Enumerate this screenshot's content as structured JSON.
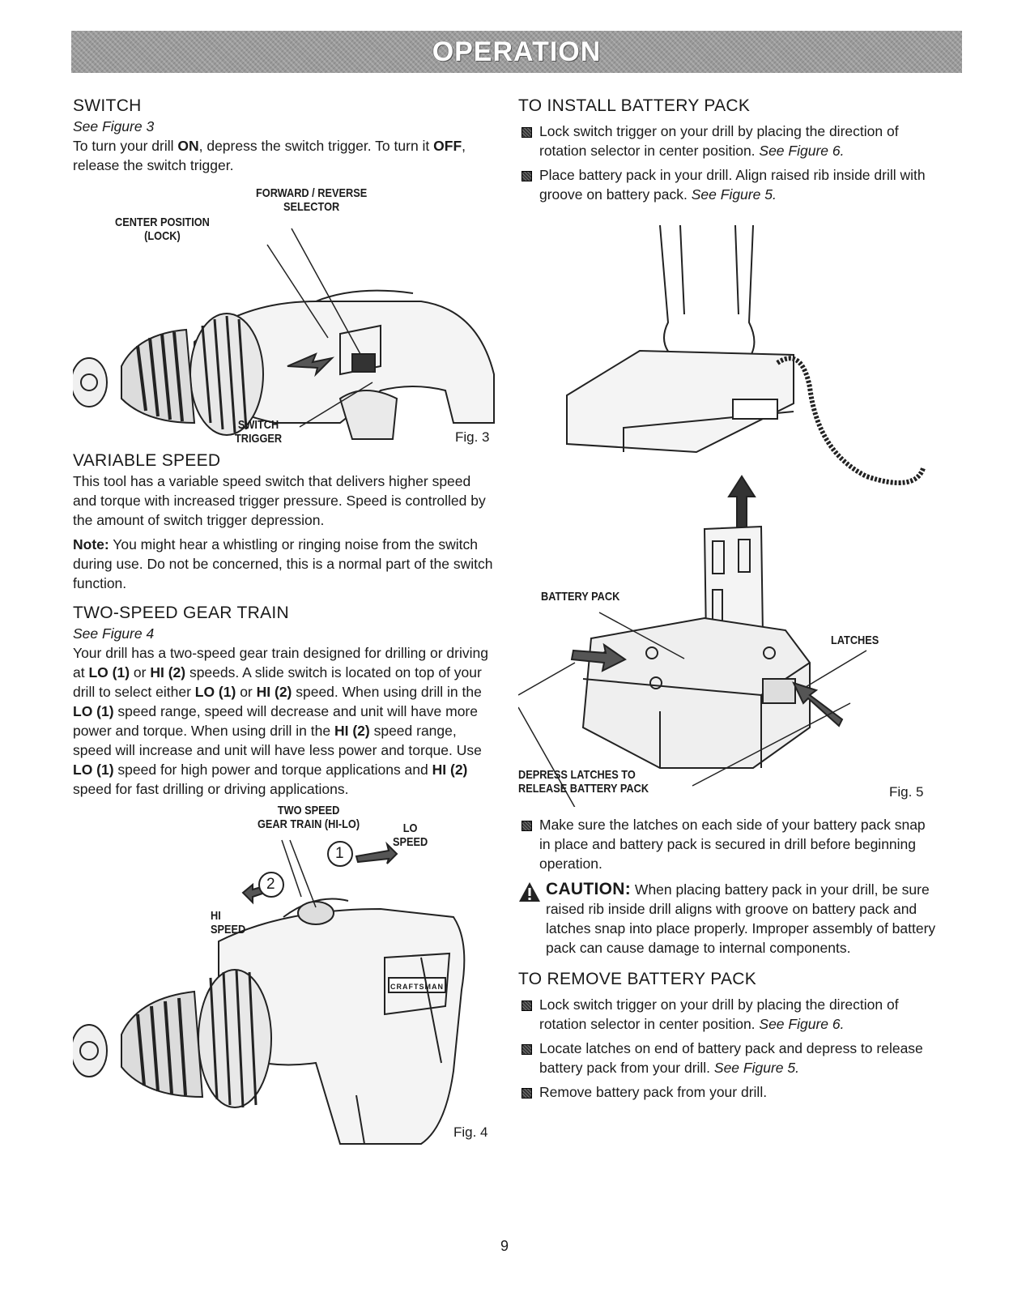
{
  "header": {
    "title": "OPERATION"
  },
  "switch": {
    "heading": "SWITCH",
    "see": "See Figure 3",
    "t1": "To turn your drill ",
    "b1": "ON",
    "t2": ", depress the switch trigger. To turn it ",
    "b2": "OFF",
    "t3": ", release the switch trigger."
  },
  "fig3": {
    "label_selector_1": "FORWARD / REVERSE",
    "label_selector_2": "SELECTOR",
    "label_center_1": "CENTER POSITION",
    "label_center_2": "(LOCK)",
    "label_trigger_1": "SWITCH",
    "label_trigger_2": "TRIGGER",
    "number": "Fig. 3"
  },
  "variable": {
    "heading": "VARIABLE SPEED",
    "p1": "This tool has a variable speed switch that delivers higher speed and torque with increased trigger pressure. Speed is controlled by the amount of switch trigger depression.",
    "note_label": "Note:",
    "note_text": " You might hear a whistling or ringing noise from the switch during use. Do not be concerned, this is a normal part of the switch function."
  },
  "gear": {
    "heading": "TWO-SPEED GEAR TRAIN",
    "see": "See Figure 4",
    "s1": "Your drill has a two-speed gear train designed for drilling or driving at ",
    "lo1": "LO (1)",
    "s2": " or ",
    "hi1": "HI (2)",
    "s3": " speeds. A slide switch is located on top of your drill to select either ",
    "lo2": "LO (1)",
    "s4": " or ",
    "hi2": "HI (2)",
    "s5": " speed. When using drill in the ",
    "lo3": "LO (1)",
    "s6": " speed range, speed will decrease and unit will have more power and torque. When using drill in the ",
    "hi3": "HI (2)",
    "s7": " speed range, speed will increase and unit will have less power and torque. Use ",
    "lo4": "LO (1)",
    "s8": " speed for high power and torque applications and ",
    "hi4": "HI (2)",
    "s9": " speed for fast drilling or driving applications."
  },
  "fig4": {
    "label_gear_1": "TWO SPEED",
    "label_gear_2": "GEAR TRAIN (HI-LO)",
    "label_lo_1": "LO",
    "label_lo_2": "SPEED",
    "label_hi_1": "HI",
    "label_hi_2": "SPEED",
    "circle_1": "1",
    "circle_2": "2",
    "brand": "CRAFTSMAN",
    "number": "Fig. 4"
  },
  "install": {
    "heading": "TO INSTALL BATTERY PACK",
    "b1_text": "Lock switch trigger on your drill by placing the direction of rotation selector in center position. ",
    "b1_see": "See Figure 6.",
    "b2_text": "Place battery pack in your drill. Align raised rib inside drill with groove on battery pack. ",
    "b2_see": "See Figure 5."
  },
  "fig5": {
    "label_battery": "BATTERY PACK",
    "label_latches": "LATCHES",
    "label_depress_1": "DEPRESS LATCHES TO",
    "label_depress_2": "RELEASE BATTERY PACK",
    "number": "Fig. 5"
  },
  "after_install": {
    "b3_text": "Make sure the latches on each side of your battery pack snap in place and battery pack is secured in drill before beginning operation."
  },
  "caution": {
    "label": "CAUTION:",
    "text": " When placing battery pack in your drill, be sure raised rib inside drill aligns with groove on battery pack and latches snap into place properly. Improper assembly of battery pack can cause damage to internal components."
  },
  "remove": {
    "heading": "TO REMOVE BATTERY PACK",
    "b1_text": "Lock switch trigger on your drill by placing the direction of rotation selector in center position. ",
    "b1_see": "See Figure 6.",
    "b2_text": "Locate latches on end of battery pack and depress to release battery pack from your drill. ",
    "b2_see": "See Figure 5.",
    "b3_text": "Remove battery pack from your drill."
  },
  "page_number": "9"
}
